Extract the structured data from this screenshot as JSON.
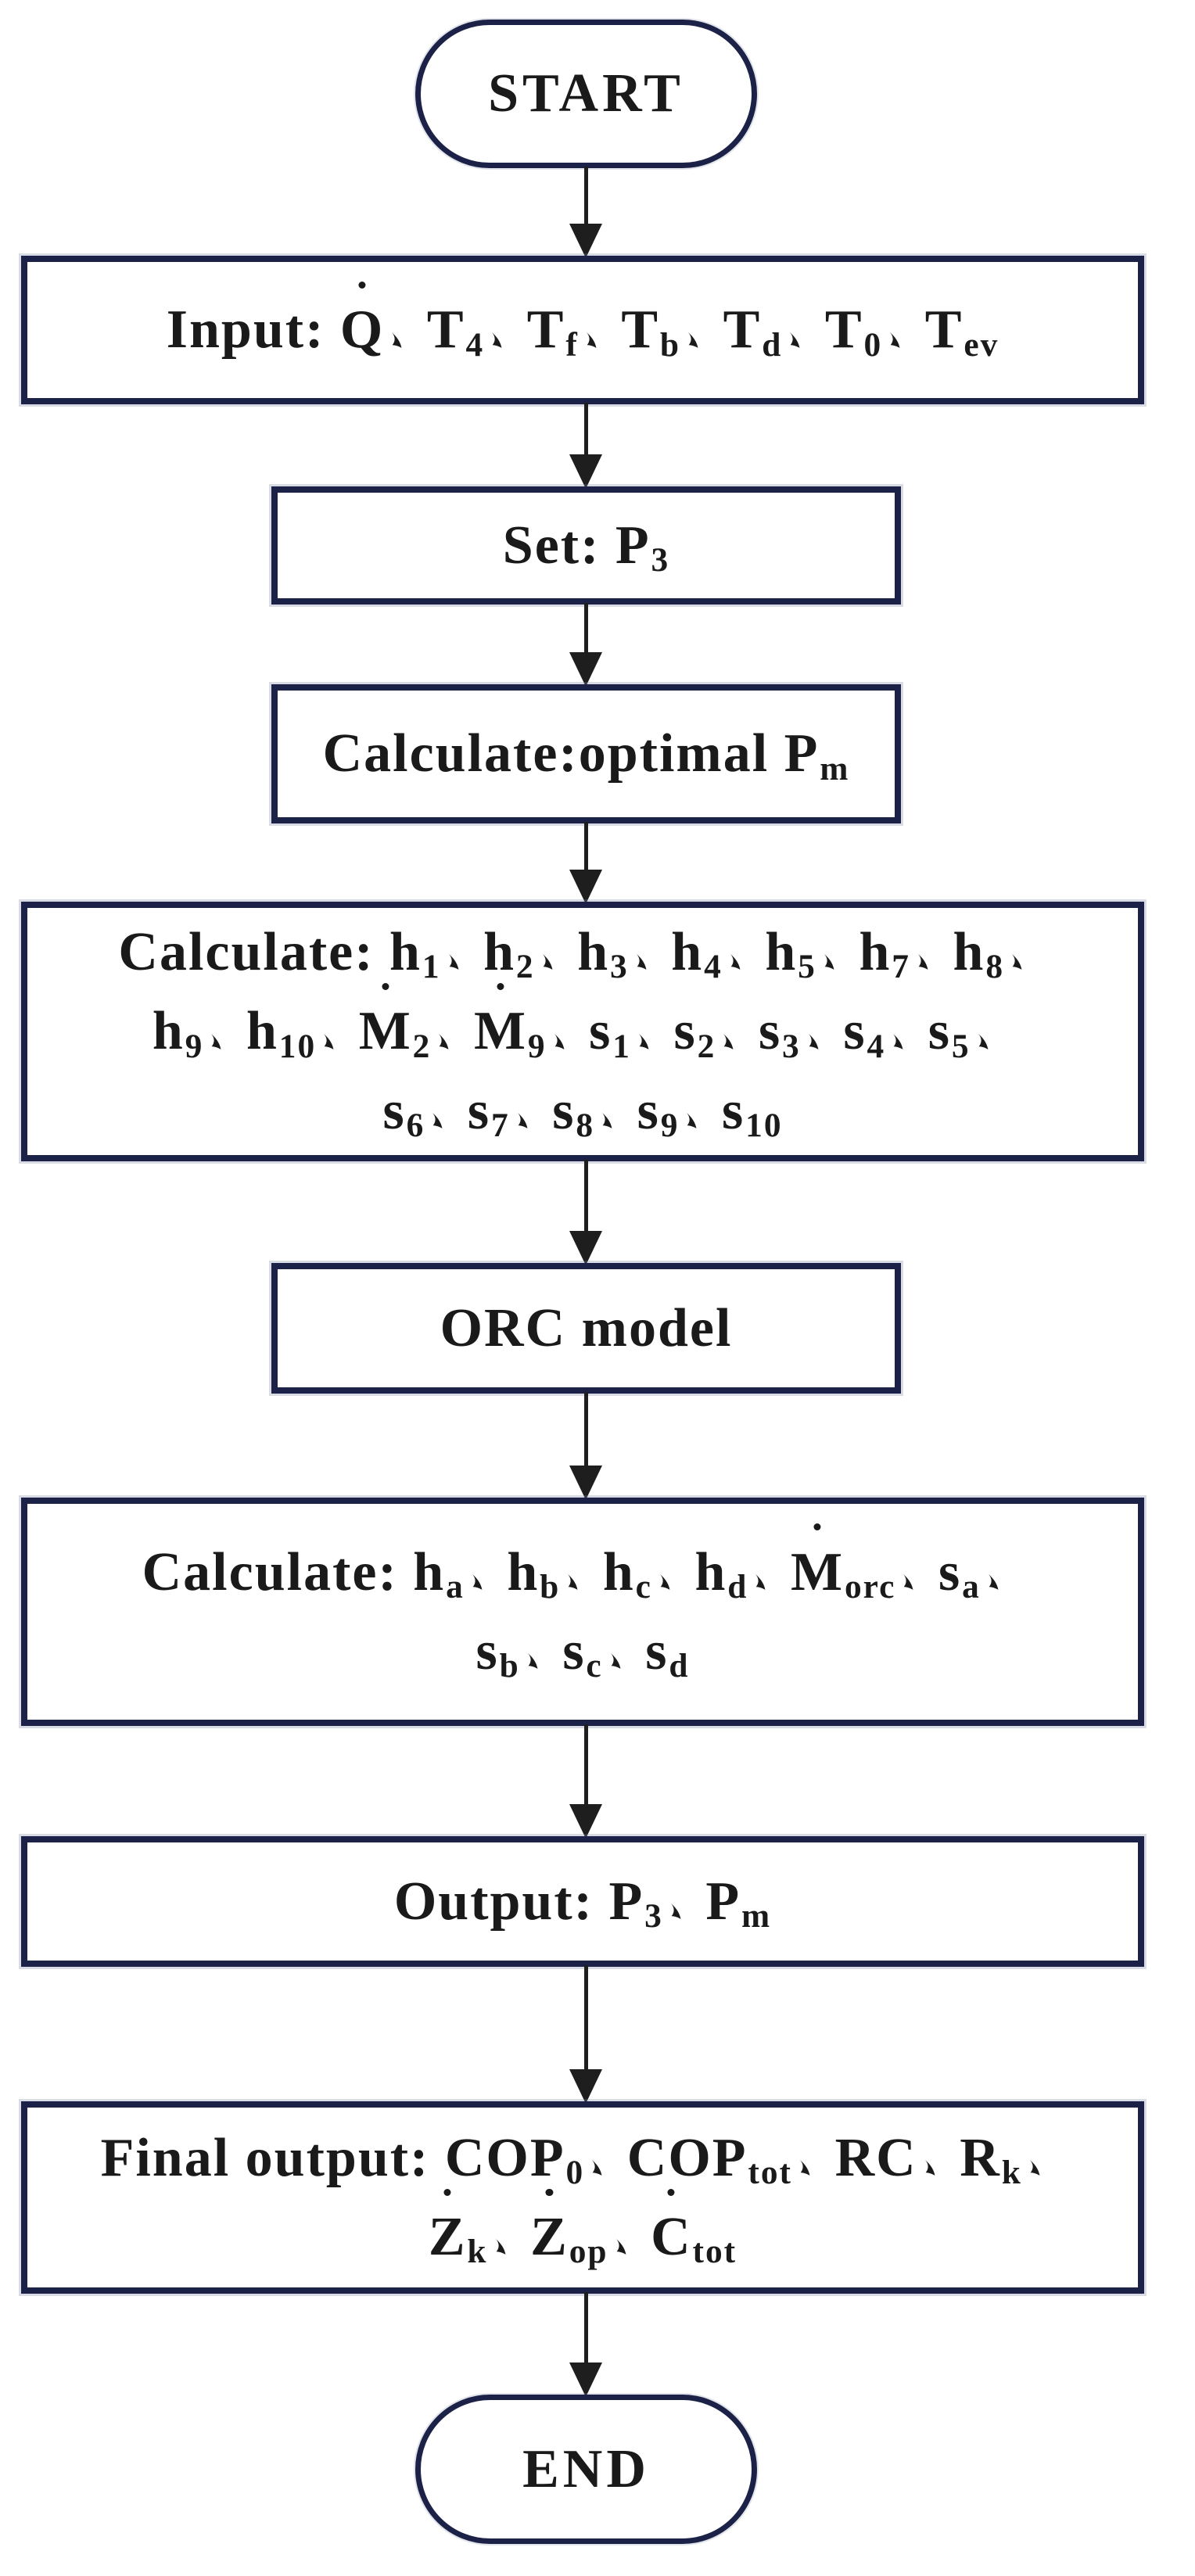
{
  "colors": {
    "border": "#1c2247",
    "text": "#1a1a1a",
    "arrow": "#1e1e1e",
    "background": "#ffffff"
  },
  "separator_glyph": "、",
  "nodes": {
    "start": {
      "type": "terminal",
      "label": "START"
    },
    "input": {
      "type": "process",
      "lines": [
        [
          {
            "b": "Input: "
          },
          {
            "b": "Q",
            "dot": true
          },
          {
            "b": "、",
            "sep": true
          },
          {
            "b": "T",
            "s": "4"
          },
          {
            "b": "、",
            "sep": true
          },
          {
            "b": "T",
            "s": "f"
          },
          {
            "b": "、",
            "sep": true
          },
          {
            "b": "T",
            "s": "b"
          },
          {
            "b": "、",
            "sep": true
          },
          {
            "b": "T",
            "s": "d"
          },
          {
            "b": "、",
            "sep": true
          },
          {
            "b": "T",
            "s": "0"
          },
          {
            "b": "、",
            "sep": true
          },
          {
            "b": "T",
            "s": "ev"
          }
        ]
      ]
    },
    "set": {
      "type": "process",
      "lines": [
        [
          {
            "b": "Set: "
          },
          {
            "b": "P",
            "s": "3"
          }
        ]
      ]
    },
    "calc_pm": {
      "type": "process",
      "lines": [
        [
          {
            "b": "Calculate:optimal "
          },
          {
            "b": "P",
            "s": "m"
          }
        ]
      ]
    },
    "calc_h": {
      "type": "process",
      "lines": [
        [
          {
            "b": "Calculate: "
          },
          {
            "b": "h",
            "s": "1"
          },
          {
            "b": "、",
            "sep": true
          },
          {
            "b": "h",
            "s": "2"
          },
          {
            "b": "、",
            "sep": true
          },
          {
            "b": "h",
            "s": "3"
          },
          {
            "b": "、",
            "sep": true
          },
          {
            "b": "h",
            "s": "4"
          },
          {
            "b": "、",
            "sep": true
          },
          {
            "b": "h",
            "s": "5"
          },
          {
            "b": "、",
            "sep": true
          },
          {
            "b": "h",
            "s": "7"
          },
          {
            "b": "、",
            "sep": true
          },
          {
            "b": "h",
            "s": "8"
          },
          {
            "b": "、",
            "sep": true
          }
        ],
        [
          {
            "b": "h",
            "s": "9"
          },
          {
            "b": "、",
            "sep": true
          },
          {
            "b": "h",
            "s": "10"
          },
          {
            "b": "、",
            "sep": true
          },
          {
            "b": "M",
            "dot": true,
            "s": "2"
          },
          {
            "b": "、",
            "sep": true
          },
          {
            "b": "M",
            "dot": true,
            "s": "9"
          },
          {
            "b": "、",
            "sep": true
          },
          {
            "b": "s",
            "s": "1"
          },
          {
            "b": "、",
            "sep": true
          },
          {
            "b": "s",
            "s": "2"
          },
          {
            "b": "、",
            "sep": true
          },
          {
            "b": "s",
            "s": "3"
          },
          {
            "b": "、",
            "sep": true
          },
          {
            "b": "s",
            "s": "4"
          },
          {
            "b": "、",
            "sep": true
          },
          {
            "b": "s",
            "s": "5"
          },
          {
            "b": "、",
            "sep": true
          }
        ],
        [
          {
            "b": "s",
            "s": "6"
          },
          {
            "b": "、",
            "sep": true
          },
          {
            "b": "s",
            "s": "7"
          },
          {
            "b": "、",
            "sep": true
          },
          {
            "b": "s",
            "s": "8"
          },
          {
            "b": "、",
            "sep": true
          },
          {
            "b": "s",
            "s": "9"
          },
          {
            "b": "、",
            "sep": true
          },
          {
            "b": "s",
            "s": "10"
          }
        ]
      ]
    },
    "orc": {
      "type": "process",
      "label": "ORC model"
    },
    "calc_ab": {
      "type": "process",
      "lines": [
        [
          {
            "b": "Calculate: "
          },
          {
            "b": "h",
            "s": "a"
          },
          {
            "b": "、",
            "sep": true
          },
          {
            "b": "h",
            "s": "b"
          },
          {
            "b": "、",
            "sep": true
          },
          {
            "b": "h",
            "s": "c"
          },
          {
            "b": "、",
            "sep": true
          },
          {
            "b": "h",
            "s": "d"
          },
          {
            "b": "、",
            "sep": true
          },
          {
            "b": "M",
            "dot": true,
            "s": "orc"
          },
          {
            "b": "、",
            "sep": true
          },
          {
            "b": "s",
            "s": "a"
          },
          {
            "b": "、",
            "sep": true
          }
        ],
        [
          {
            "b": "s",
            "s": "b"
          },
          {
            "b": "、",
            "sep": true
          },
          {
            "b": "s",
            "s": "c"
          },
          {
            "b": "、",
            "sep": true
          },
          {
            "b": "s",
            "s": "d"
          }
        ]
      ]
    },
    "output": {
      "type": "process",
      "lines": [
        [
          {
            "b": "Output: "
          },
          {
            "b": "P",
            "s": "3"
          },
          {
            "b": "、",
            "sep": true
          },
          {
            "b": "P",
            "s": "m"
          }
        ]
      ]
    },
    "final": {
      "type": "process",
      "lines": [
        [
          {
            "b": "Final output: "
          },
          {
            "b": "COP",
            "s": "0"
          },
          {
            "b": "、",
            "sep": true
          },
          {
            "b": "COP",
            "s": "tot"
          },
          {
            "b": "、",
            "sep": true
          },
          {
            "b": "RC"
          },
          {
            "b": "、",
            "sep": true
          },
          {
            "b": "R",
            "s": "k"
          },
          {
            "b": "、",
            "sep": true
          }
        ],
        [
          {
            "b": "Z",
            "dot": true,
            "s": "k"
          },
          {
            "b": "、",
            "sep": true
          },
          {
            "b": "Z",
            "dot": true,
            "s": "op"
          },
          {
            "b": "、",
            "sep": true
          },
          {
            "b": "C",
            "dot": true,
            "s": "tot"
          }
        ]
      ]
    },
    "end": {
      "type": "terminal",
      "label": "END"
    }
  },
  "edges": [
    [
      "start",
      "input"
    ],
    [
      "input",
      "set"
    ],
    [
      "set",
      "calc_pm"
    ],
    [
      "calc_pm",
      "calc_h"
    ],
    [
      "calc_h",
      "orc"
    ],
    [
      "orc",
      "calc_ab"
    ],
    [
      "calc_ab",
      "output"
    ],
    [
      "output",
      "final"
    ],
    [
      "final",
      "end"
    ]
  ]
}
